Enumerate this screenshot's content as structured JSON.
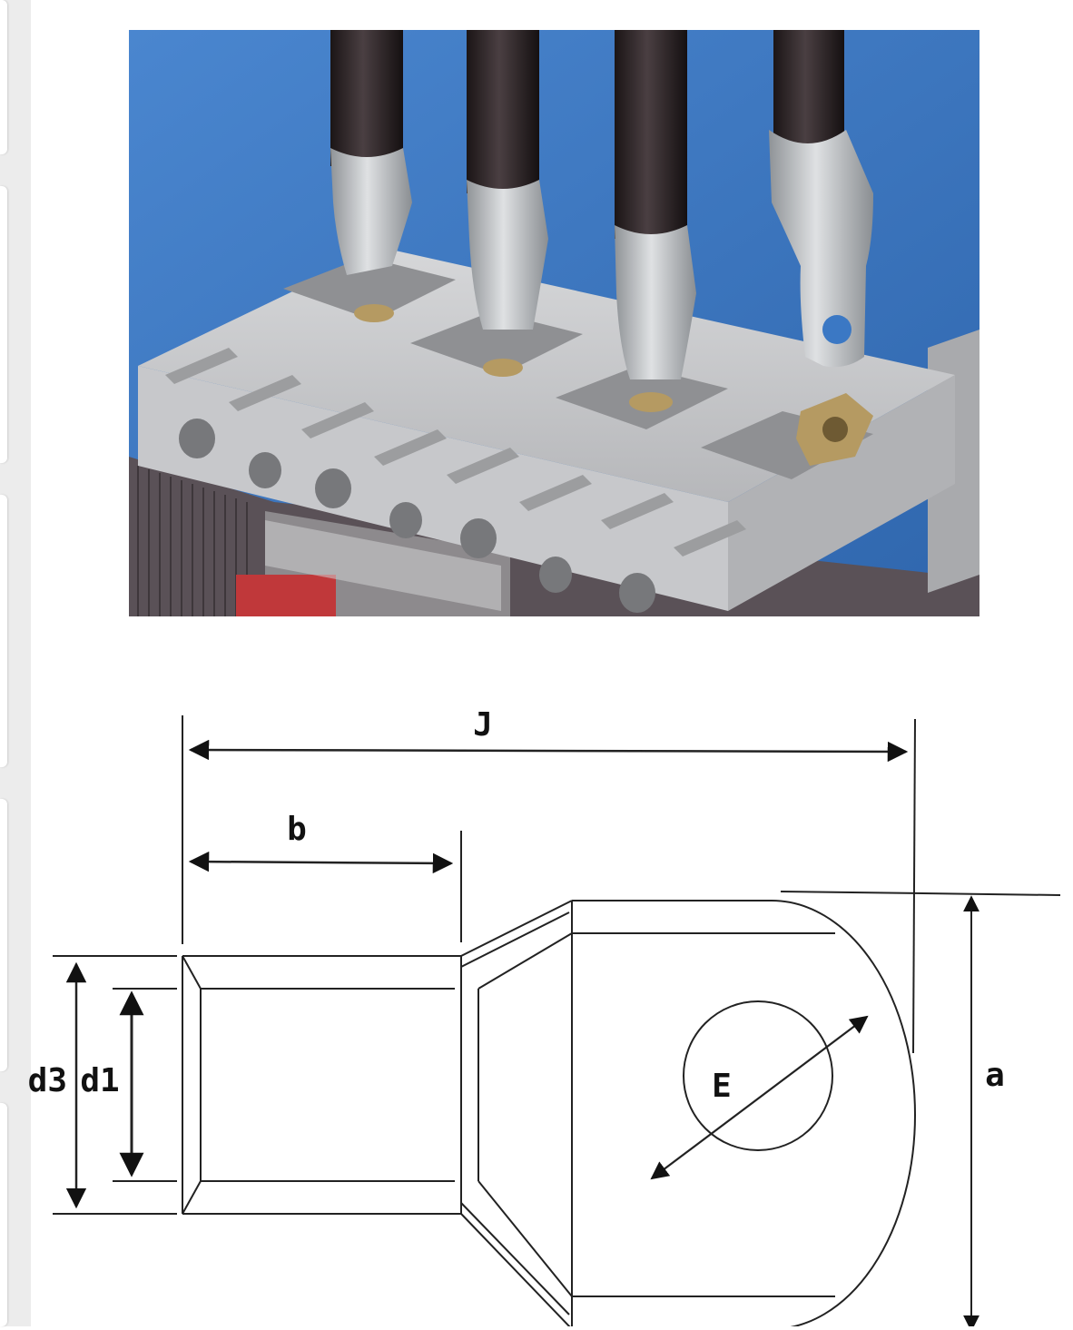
{
  "diagram": {
    "labels": {
      "J": "J",
      "b": "b",
      "d3": "d3",
      "d1": "d1",
      "E": "E",
      "a": "a"
    }
  },
  "photo": {
    "icon": "breaker-terminal-lugs-photo",
    "colors": {
      "background": "#3b78c4",
      "cable": "#2a2223",
      "lug": "#b9bcbf",
      "housing": "#c9cacc",
      "breaker": "#5a5157",
      "accent": "#c0383a"
    }
  }
}
